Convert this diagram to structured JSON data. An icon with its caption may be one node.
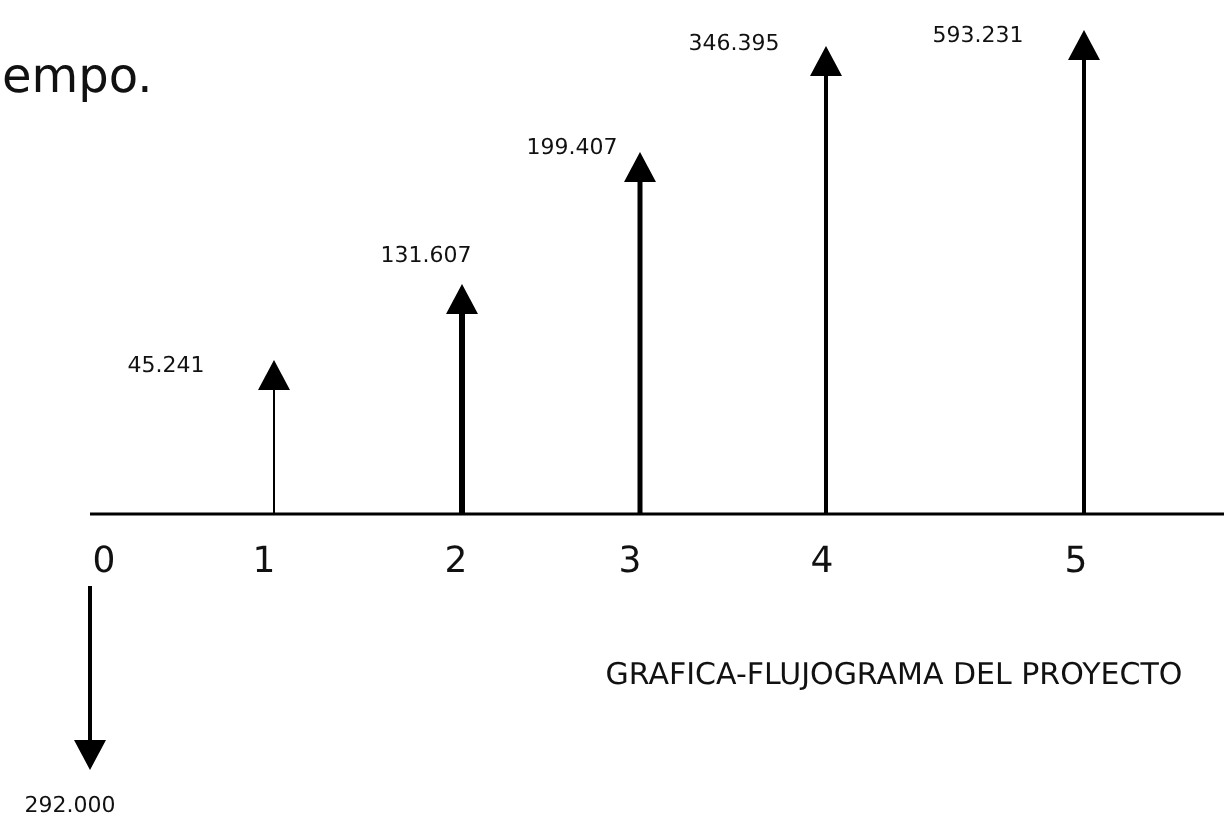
{
  "diagram": {
    "labels": [
      "empo.",
      "593.231",
      "346.395",
      "199.407",
      "131.607",
      "45.241",
      "0",
      "1",
      "2",
      "3",
      "4",
      "5",
      "GRAFICA-FLUJOGRAMA DEL PROYECTO",
      "292.000"
    ]
  }
}
